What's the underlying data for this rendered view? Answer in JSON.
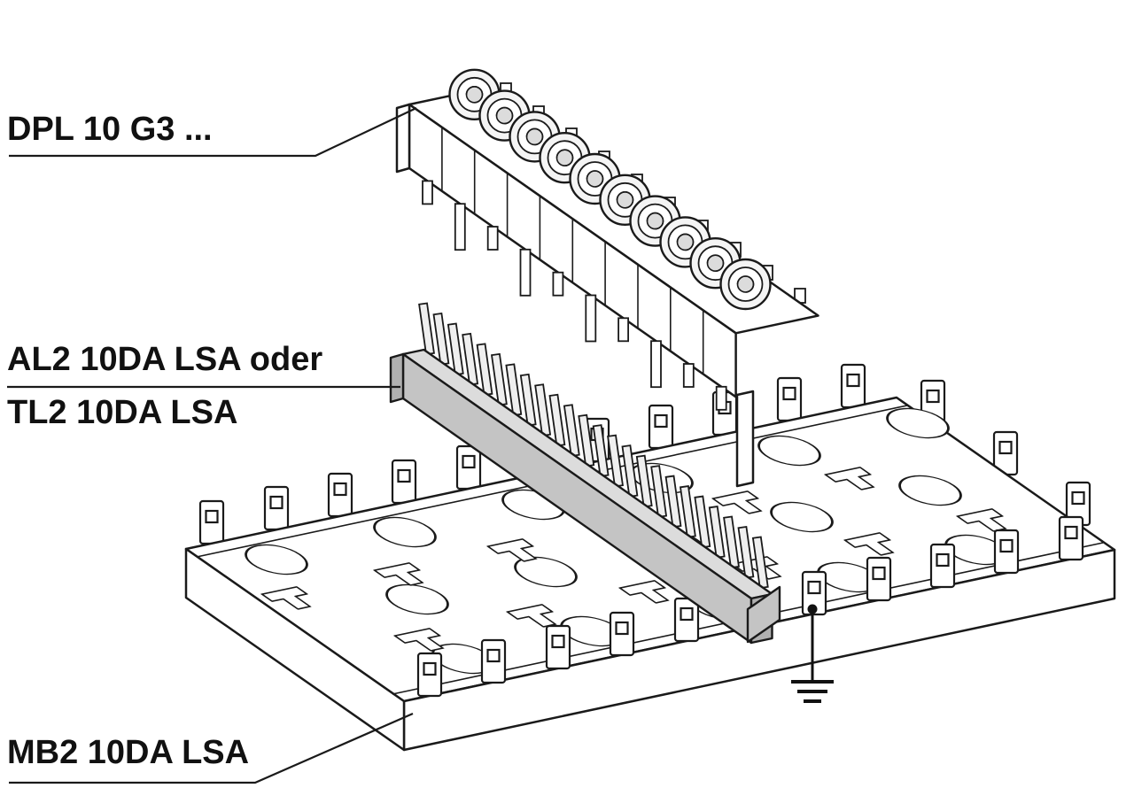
{
  "figure": {
    "title": "LSA-PLUS module mounting, exploded isometric view",
    "background": "#ffffff",
    "line_color": "#1a1a1a",
    "module_gray_front": "#c4c4c4",
    "module_gray_top": "#dcdcdc",
    "module_gray_end": "#b0b0b0"
  },
  "labels": {
    "top_module": "DPL 10 G3 ...",
    "middle_module_line1": "AL2 10DA LSA oder",
    "middle_module_line2": "TL2 10DA LSA",
    "bottom_frame": "MB2 10DA LSA"
  },
  "icons": {
    "ground": "earth-ground-symbol"
  }
}
